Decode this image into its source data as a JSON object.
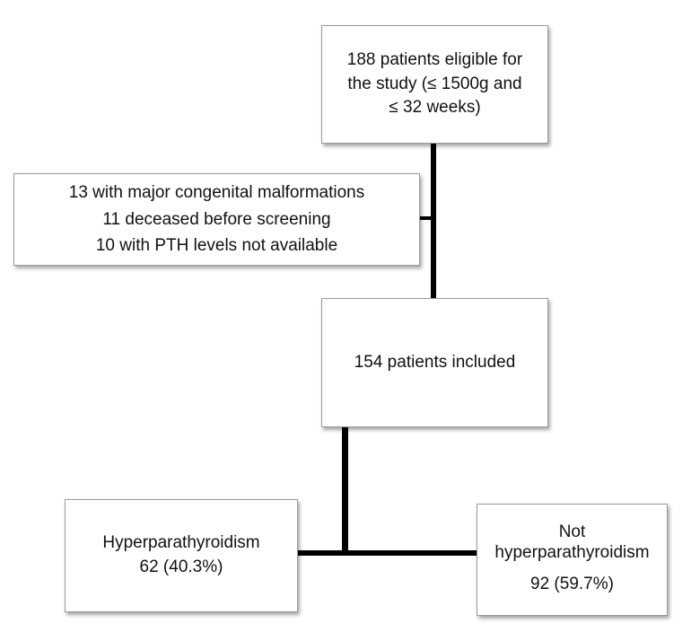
{
  "flowchart": {
    "eligible": {
      "lines": [
        "188 patients eligible for",
        "the study (≤ 1500g and",
        "≤ 32 weeks)"
      ]
    },
    "excluded": {
      "lines": [
        "13 with major congenital malformations",
        "11 deceased before screening",
        "10 with PTH levels not available"
      ]
    },
    "included": {
      "text": "154 patients included"
    },
    "hyperparathyroidism": {
      "label": "Hyperparathyroidism",
      "value": "62 (40.3%)"
    },
    "not_hyperparathyroidism": {
      "label_line1": "Not",
      "label_line2": "hyperparathyroidism",
      "value": "92 (59.7%)"
    }
  }
}
